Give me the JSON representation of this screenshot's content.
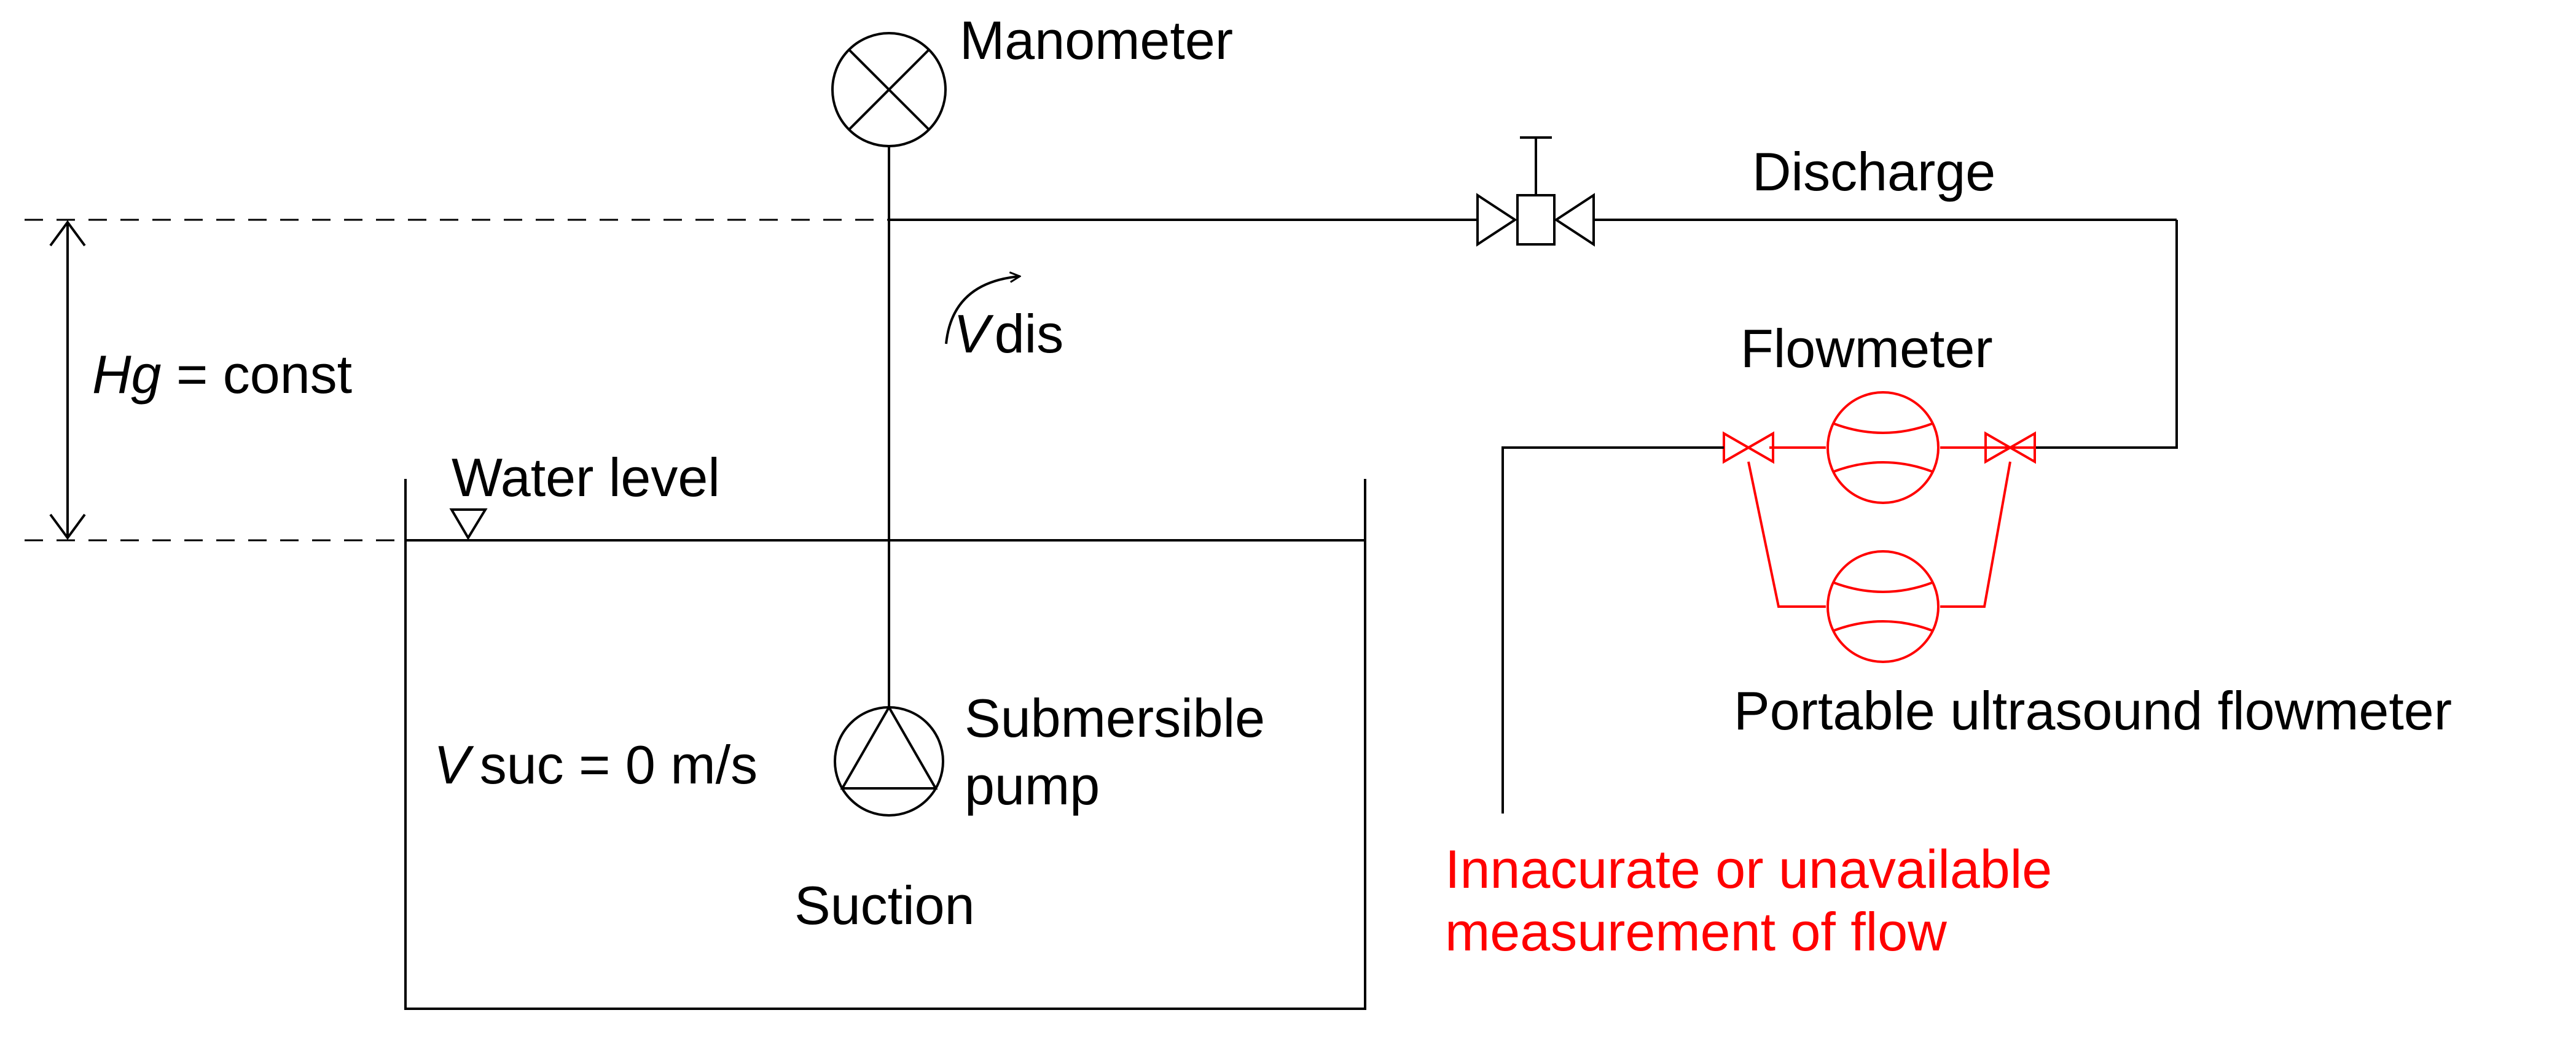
{
  "labels": {
    "manometer": "Manometer",
    "discharge": "Discharge",
    "flowmeter": "Flowmeter",
    "water_level": "Water level",
    "hg_symbol": "Hg",
    "hg_rest": " = const",
    "vdis_v": "V",
    "vdis_sub": "dis",
    "vsuc_v": "V",
    "vsuc_rest": "suc = 0 m/s",
    "pump_line1": "Submersible",
    "pump_line2": "pump",
    "suction": "Suction",
    "portable_flowmeter": "Portable ultrasound flowmeter",
    "warning_line1": "Innacurate or unavailable",
    "warning_line2": "measurement of flow"
  },
  "colors": {
    "line": "#000000",
    "highlight": "#ff0000"
  },
  "icons": {
    "manometer": "circle-cross-icon",
    "valve": "gate-valve-icon",
    "pump": "pump-triangle-icon",
    "flowmeter": "flowmeter-icon",
    "water_level": "inverted-triangle-icon"
  }
}
